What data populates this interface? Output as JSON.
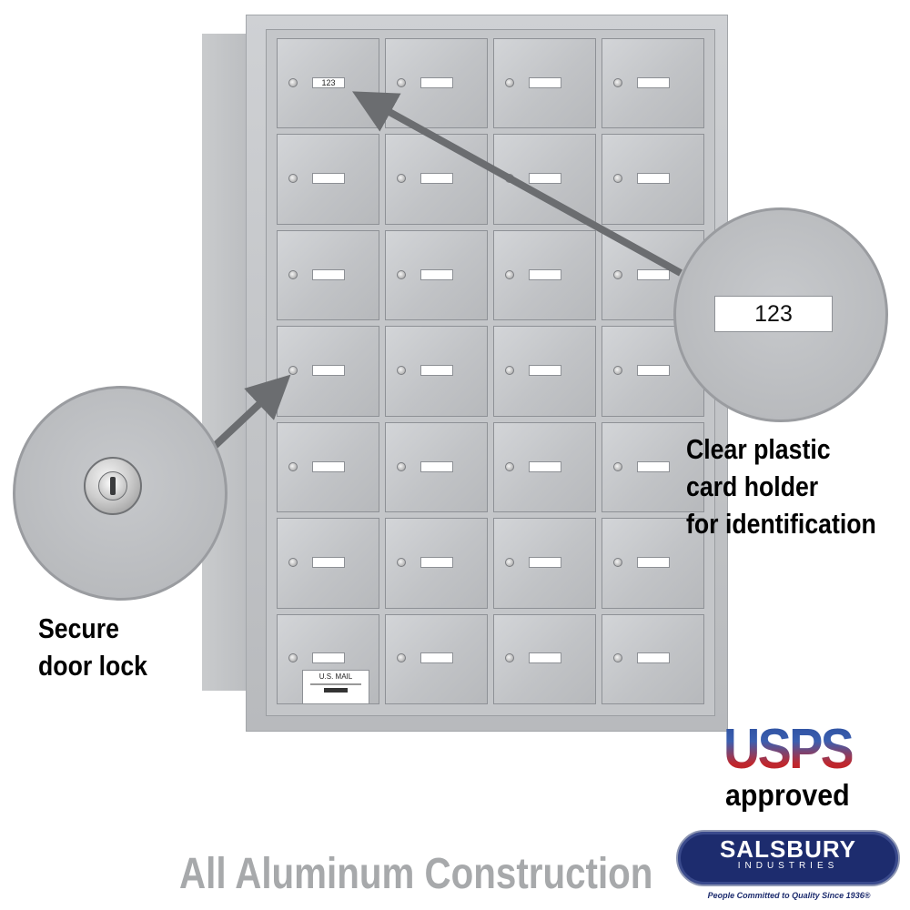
{
  "product": {
    "sample_card_number": "123",
    "mail_plate_label": "U.S. MAIL",
    "door_rows": 7,
    "door_columns": 4
  },
  "callouts": {
    "card_holder": {
      "number": "123",
      "text": "Clear plastic card holder for identification",
      "lines": [
        "Clear plastic",
        "card holder",
        "for identification"
      ]
    },
    "lock": {
      "text": "Secure door lock",
      "lines": [
        "Secure",
        "door lock"
      ]
    }
  },
  "badges": {
    "usps": {
      "word": "USPS",
      "subtitle": "approved"
    },
    "salsbury": {
      "name": "SALSBURY",
      "sub": "INDUSTRIES",
      "tagline": "People Committed to Quality Since 1936®",
      "color": "#1d2c6e"
    }
  },
  "footer": {
    "construction": "All Aluminum Construction"
  },
  "colors": {
    "aluminum": "#c4c6c9",
    "usps_blue": "#2c4f9e",
    "usps_red": "#c1272d",
    "caption_gray": "#a7a9ab"
  }
}
